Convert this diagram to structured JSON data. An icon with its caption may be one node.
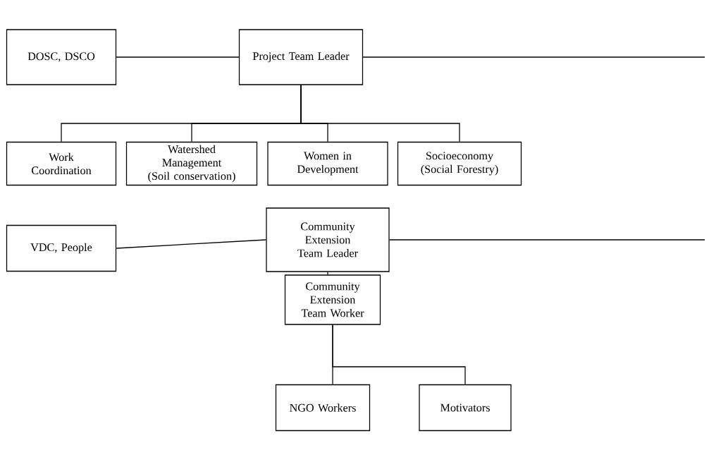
{
  "diagram": {
    "nodes": [
      {
        "text": [
          "DOSC, DSCO"
        ]
      },
      {
        "text": [
          "Project Team Leader"
        ]
      },
      {
        "text": [
          "Work Coordination"
        ]
      },
      {
        "text": [
          "Watershed Management (Soil conservation)"
        ]
      },
      {
        "text": [
          "Women in Development"
        ]
      },
      {
        "text": [
          "Socioeconomy (Social Forestry)"
        ]
      },
      {
        "text": [
          "VDC, People"
        ]
      },
      {
        "text": [
          "Community Extension Team Leader"
        ]
      },
      {
        "text": [
          "Community Extension Team Worker"
        ]
      },
      {
        "text": [
          "NGO Workers"
        ]
      },
      {
        "text": [
          "Motivators"
        ]
      }
    ],
    "edges": [
      {
        "from": 0,
        "to": 1,
        "arrow": "none"
      },
      {
        "from": 1,
        "to": null,
        "arrow": "none"
      },
      {
        "from": 1,
        "to": 2,
        "arrow": "none"
      },
      {
        "from": 1,
        "to": 3,
        "arrow": "none"
      },
      {
        "from": 1,
        "to": 4,
        "arrow": "none"
      },
      {
        "from": 1,
        "to": 5,
        "arrow": "none"
      },
      {
        "from": 6,
        "to": 7,
        "arrow": "none"
      },
      {
        "from": 7,
        "to": null,
        "arrow": "none"
      },
      {
        "from": 7,
        "to": 8,
        "arrow": "none"
      },
      {
        "from": 8,
        "to": 9,
        "arrow": "none"
      },
      {
        "from": 8,
        "to": 10,
        "arrow": "none"
      }
    ]
  }
}
